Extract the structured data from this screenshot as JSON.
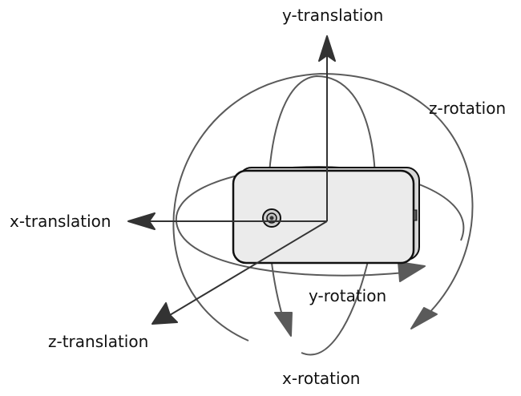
{
  "labels": {
    "y_translation": "y-translation",
    "z_rotation": "z-rotation",
    "x_translation": "x-translation",
    "y_rotation": "y-rotation",
    "z_translation": "z-translation",
    "x_rotation": "x-rotation"
  },
  "colors": {
    "arc_stroke": "#5a5a5a",
    "axis_stroke": "#333333",
    "device_fill": "#ebebeb",
    "device_outline": "#111111",
    "text": "#111111"
  }
}
